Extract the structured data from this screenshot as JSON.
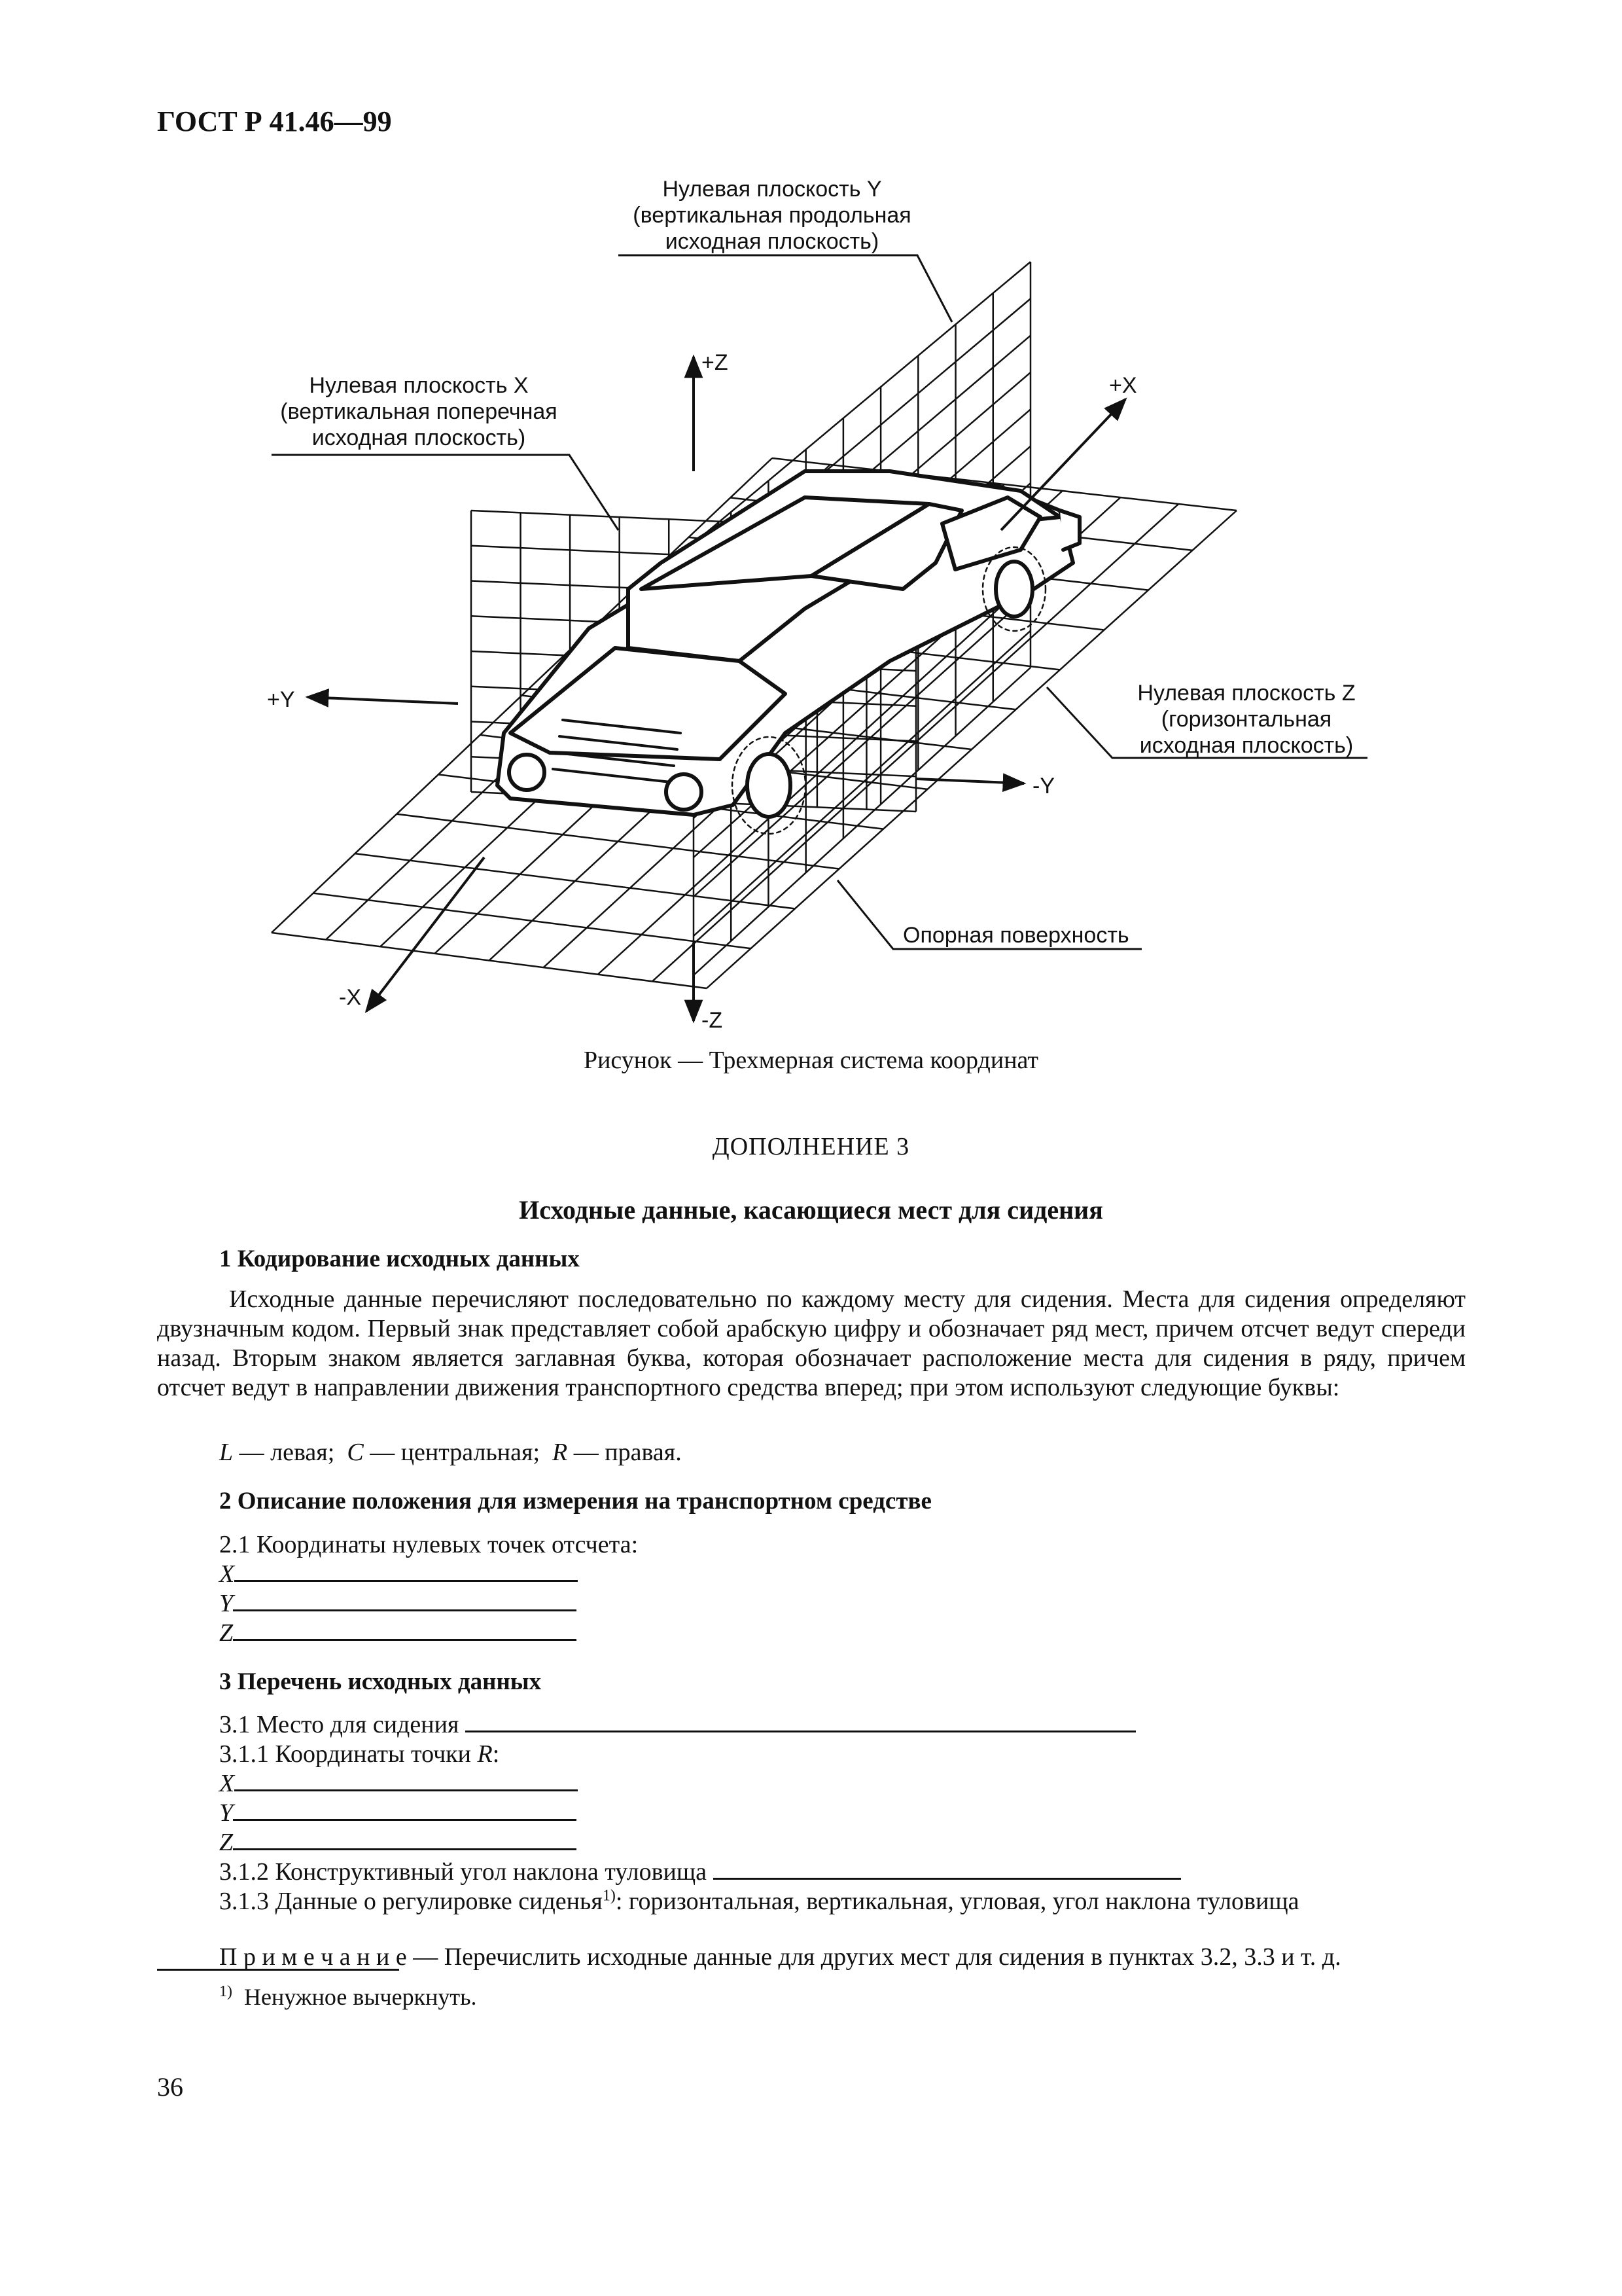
{
  "header": {
    "standard": "ГОСТ Р 41.46—99"
  },
  "figure": {
    "labels": {
      "plane_y": [
        "Нулевая плоскость Y",
        "(вертикальная продольная",
        "исходная плоскость)"
      ],
      "plane_x": [
        "Нулевая плоскость X",
        "(вертикальная поперечная",
        "исходная плоскость)"
      ],
      "plane_z": [
        "Нулевая плоскость Z",
        "(горизонтальная",
        "исходная плоскость)"
      ],
      "surface": "Опорная поверхность",
      "axis_pz": "+Z",
      "axis_mz": "-Z",
      "axis_px": "+X",
      "axis_mx": "-X",
      "axis_py": "+Y",
      "axis_my": "-Y"
    },
    "caption": "Рисунок — Трехмерная система координат"
  },
  "addendum": "ДОПОЛНЕНИЕ 3",
  "title": "Исходные данные, касающиеся мест для сидения",
  "section1": {
    "heading": "1 Кодирование исходных данных",
    "text": "Исходные данные перечисляют последовательно по каждому месту для сидения. Места для сидения определяют двузначным кодом. Первый знак представляет собой арабскую цифру и обозначает ряд мест, причем отсчет ведут спереди назад. Вторым знаком является заглавная буква, которая обозначает расположение места для сидения в ряду, причем отсчет ведут в направлении движения транспортного средства вперед; при этом используют следующие буквы:",
    "letters": {
      "l_key": "L",
      "l_val": " — левая;",
      "c_key": "C",
      "c_val": " — центральная;",
      "r_key": "R",
      "r_val": " — правая."
    }
  },
  "section2": {
    "heading": "2 Описание положения для измерения на транспортном средстве",
    "item": "2.1 Координаты нулевых точек отсчета:",
    "coords": [
      "X",
      "Y",
      "Z"
    ]
  },
  "section3": {
    "heading": "3 Перечень исходных данных",
    "item1": "3.1 Место для сидения",
    "item11_pre": "3.1.1 Координаты точки ",
    "item11_key": "R",
    "item11_post": ":",
    "coords": [
      "X",
      "Y",
      "Z"
    ],
    "item12": "3.1.2 Конструктивный угол наклона туловища",
    "item13_pre": "3.1.3 Данные о регулировке сиденья",
    "item13_sup": "1)",
    "item13_post": ": горизонтальная, вертикальная, угловая, угол наклона туловища",
    "note_label": "П р и м е ч а н и е",
    "note_text": " — Перечислить исходные данные для других мест для сидения в пунктах 3.2, 3.3 и т. д."
  },
  "footnote": {
    "mark": "1)",
    "text": "Ненужное вычеркнуть."
  },
  "page_number": "36"
}
